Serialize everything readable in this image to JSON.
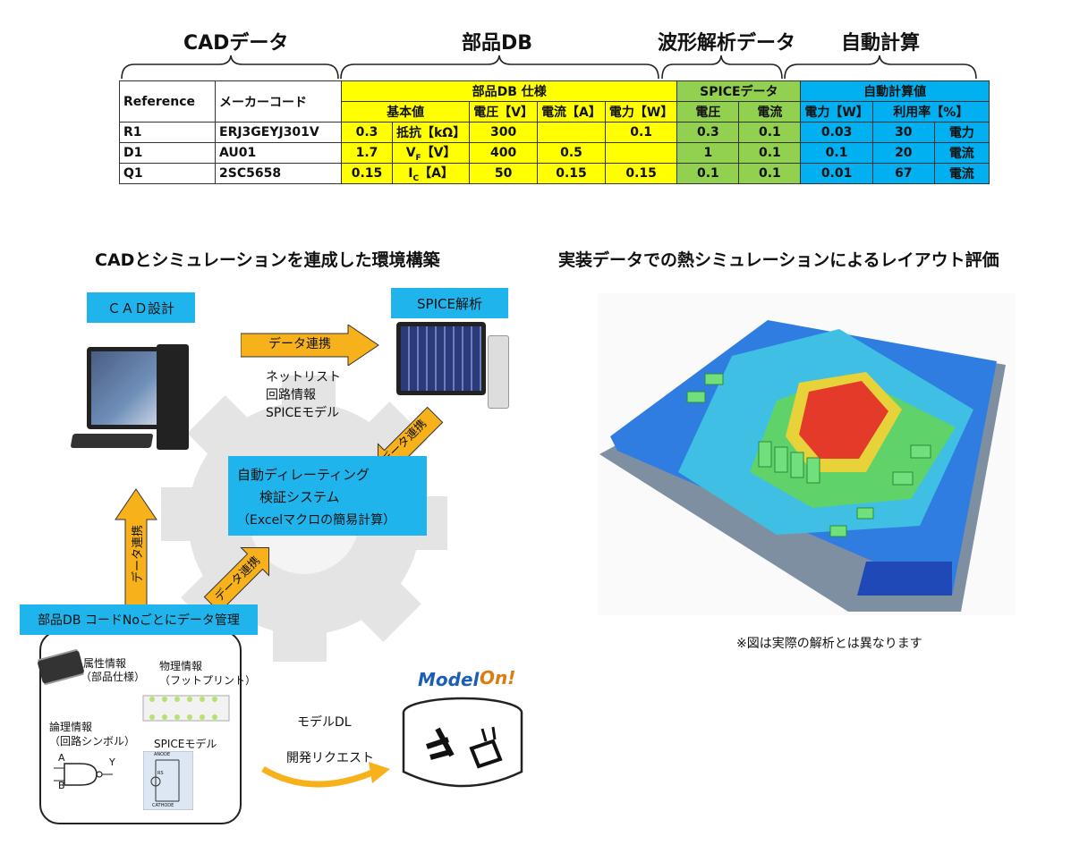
{
  "sections": {
    "cad": "CADデータ",
    "parts_db": "部品DB",
    "waveform": "波形解析データ",
    "auto_calc": "自動計算"
  },
  "table": {
    "h_reference": "Reference",
    "h_maker": "メーカーコード",
    "h_spec": "部品DB 仕様",
    "h_spice": "SPICEデータ",
    "h_auto": "自動計算値",
    "h_basic": "基本値",
    "h_voltage": "電圧【V】",
    "h_current": "電流【A】",
    "h_power": "電力【W】",
    "h_sp_voltage": "電圧",
    "h_sp_current": "電流",
    "h_calc_power": "電力【W】",
    "h_usage": "利用率【%】",
    "rows": [
      {
        "ref": "R1",
        "maker": "ERJ3GEYJ301V",
        "basic": "0.3",
        "param": "抵抗【kΩ】",
        "param_sub": "",
        "param_end": "",
        "voltage": "300",
        "current": "",
        "power": "0.1",
        "sp_v": "0.3",
        "sp_i": "0.1",
        "c_power": "0.03",
        "usage": "30",
        "basis": "電力"
      },
      {
        "ref": "D1",
        "maker": "AU01",
        "basic": "1.7",
        "param": "V",
        "param_sub": "F",
        "param_end": "【V】",
        "voltage": "400",
        "current": "0.5",
        "power": "",
        "sp_v": "1",
        "sp_i": "0.1",
        "c_power": "0.1",
        "usage": "20",
        "basis": "電流"
      },
      {
        "ref": "Q1",
        "maker": "2SC5658",
        "basic": "0.15",
        "param": "I",
        "param_sub": "C",
        "param_end": "【A】",
        "voltage": "50",
        "current": "0.15",
        "power": "0.15",
        "sp_v": "0.1",
        "sp_i": "0.1",
        "c_power": "0.01",
        "usage": "67",
        "basis": "電流"
      }
    ]
  },
  "left_title": "CADとシミュレーションを連成した環境構築",
  "right_title": "実装データでの熱シミュレーションによるレイアウト評価",
  "labels": {
    "cad_design": "ＣＡＤ設計",
    "spice_analysis": "SPICE解析",
    "data_link": "データ連携",
    "netlist": "ネットリスト",
    "circuit_info": "回路情報",
    "spice_model": "SPICEモデル",
    "derating_1": "自動ディレーティング",
    "derating_2": "検証システム",
    "derating_3": "（Excelマクロの簡易計算）",
    "db_mgmt": "部品DB コードNoごとにデータ管理",
    "attr_1": "属性情報",
    "attr_2": "（部品仕様）",
    "phys_1": "物理情報",
    "phys_2": "（フットプリント）",
    "logic_1": "論理情報",
    "logic_2": "（回路シンボル）",
    "spice_model_2": "SPICEモデル",
    "model_dl": "モデルDL",
    "dev_request": "開発リクエスト",
    "modelon_model": "Model",
    "modelon_on": "On!",
    "sym_a": "A",
    "sym_b": "B",
    "sym_y": "Y",
    "anode": "ANODE",
    "cathode": "CATHODE",
    "rs": "RS"
  },
  "note": "※図は実際の解析とは異なります",
  "colors": {
    "yellow": "#ffff00",
    "green": "#92d050",
    "blue": "#00b0f0",
    "label_blue": "#1fb4ec",
    "arrow_orange": "#f7b21b"
  }
}
